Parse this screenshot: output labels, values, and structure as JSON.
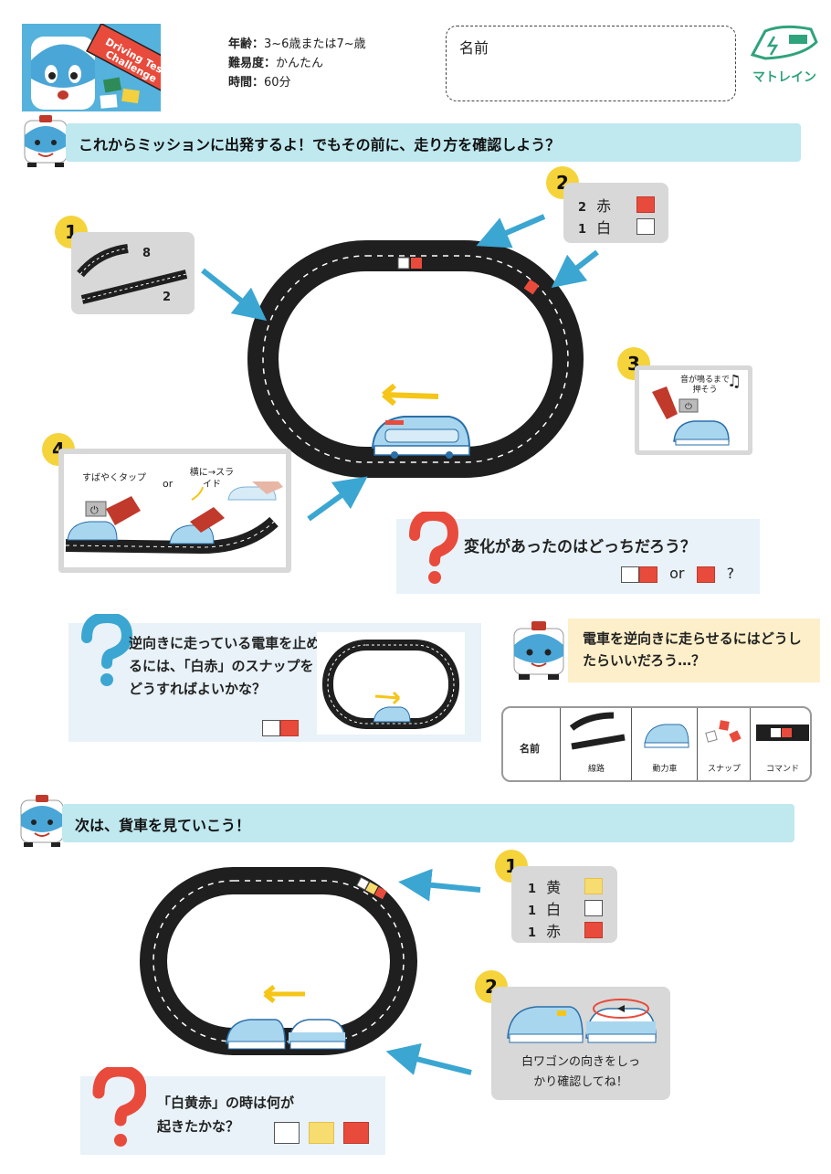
{
  "header": {
    "cover_title": "Driving Test Challenge",
    "age_label": "年齢：",
    "age_value": "3~6歳または7~歳",
    "difficulty_label": "難易度：",
    "difficulty_value": "かんたん",
    "time_label": "時間：",
    "time_value": "60分",
    "name_label": "名前",
    "brand": "マトレイン"
  },
  "section1": {
    "banner": "これからミッションに出発するよ！でもその前に、走り方を確認しよう？",
    "step1": {
      "number": "1",
      "curve_count": "8",
      "straight_count": "2"
    },
    "step2": {
      "number": "2",
      "rows": [
        {
          "count": "2",
          "label": "赤",
          "color": "red"
        },
        {
          "count": "1",
          "label": "白",
          "color": "white"
        }
      ]
    },
    "step3": {
      "number": "3",
      "caption": "音が鳴るまで押そう"
    },
    "step4": {
      "number": "4",
      "tap_label": "すばやくタップ",
      "or_label": "or",
      "slide_label": "横に→スライド"
    },
    "question": {
      "text": "変化があったのはどっちだろう？",
      "or_label": "or",
      "mark": "?"
    }
  },
  "section2": {
    "question": "逆向きに走っている電車を止めるには、「白赤」のスナップをどうすればよいかな？",
    "speech": "電車を逆向きに走らせるにはどうしたらいいだろう…？",
    "legend": {
      "name": "名前",
      "track": "線路",
      "engine": "動力車",
      "snap": "スナップ",
      "command": "コマンド"
    }
  },
  "section3": {
    "banner": "次は、貨車を見ていこう！",
    "step1": {
      "number": "1",
      "rows": [
        {
          "count": "1",
          "label": "黄",
          "color": "yellow"
        },
        {
          "count": "1",
          "label": "白",
          "color": "white"
        },
        {
          "count": "1",
          "label": "赤",
          "color": "red"
        }
      ]
    },
    "step2": {
      "number": "2",
      "caption": "白ワゴンの向きをしっかり確認してね！"
    },
    "question": "「白黄赤」の時は何が起きたかな？"
  },
  "colors": {
    "banner": "#bfe8ef",
    "accent_red": "#e84b3c",
    "accent_yellow": "#f5d33b",
    "track": "#1f1f1f",
    "brand_green": "#2fa37b",
    "arrow_blue": "#3ba6d1",
    "question_red": "#e84b3c",
    "question_blue": "#3ba6d1"
  }
}
